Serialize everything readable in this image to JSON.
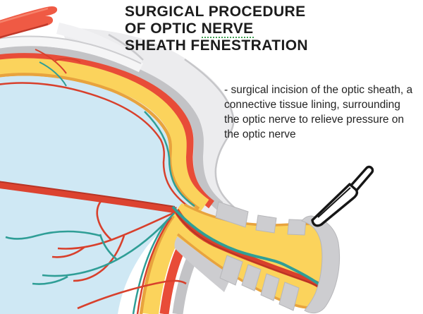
{
  "header": {
    "title_line1": "SURGICAL PROCEDURE",
    "title_line2_prefix": "OF OPTIC ",
    "title_line2_underlined": "NERVE",
    "title_line3": "SHEATH FENESTRATION"
  },
  "body": {
    "description": "- surgical incision of the optic sheath, a connective tissue lining, surrounding the optic nerve to relieve pressure on the optic nerve"
  },
  "illustration": {
    "name": "optic-nerve-sheath-fenestration-diagram",
    "icons": [
      {
        "name": "scalpel-icon"
      },
      {
        "name": "eye-cross-section"
      }
    ],
    "colors": {
      "vitreous_blue": "#cfe8f4",
      "retina_yellow": "#fbd35c",
      "retina_edge_orange": "#e8a33e",
      "choroid_red": "#e84c38",
      "vessel_red": "#d8402c",
      "vein_teal": "#2f9e96",
      "muscle_red": "#ef5a44",
      "sclera_gray": "#c3c3c6",
      "sheath_gray": "#cdcdd0",
      "globe_gray": "#ececee",
      "underline_green": "#3f9f52",
      "text_dark": "#1c1c1c"
    }
  }
}
